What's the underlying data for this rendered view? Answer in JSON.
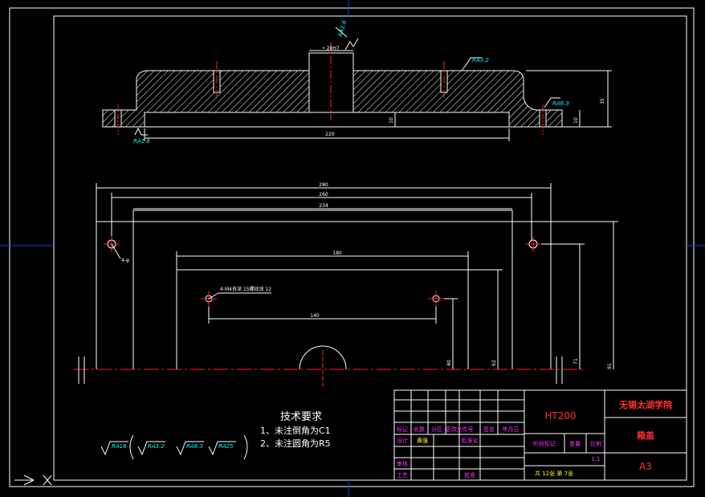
{
  "colors": {
    "background": "#000000",
    "outline": "#ffffff",
    "hatch": "#ffffff",
    "center_line": "#ff2020",
    "dimension": "#ffffff",
    "surface_finish": "#00ffff",
    "title_block_magenta": "#ff30ff",
    "title_block_yellow": "#ffff00",
    "title_block_red": "#ff3030",
    "frame_blue": "#2030ff"
  },
  "top_view": {
    "dims": {
      "width_220": "220",
      "height_35": "35",
      "depth_10_left": "10",
      "depth_10_right": "10",
      "bore": "• 28H7"
    },
    "finish": {
      "bore": "RA1.6",
      "top_surface": "RA3.2",
      "flange_right": "RA6.3",
      "flange_left": "RA1.6"
    }
  },
  "plan_view": {
    "dims": {
      "d280": "280",
      "d260": "260",
      "d234": "234",
      "d180": "180",
      "d140": "140",
      "v40": "40",
      "v62": "62",
      "v71": "71",
      "v91": "91"
    },
    "notes": {
      "holes_4": "4-φ",
      "tapped": "4-M4丧深 15螺纹深 12"
    }
  },
  "tech_req": {
    "title": "技术要求",
    "line1": "1、未注倒角为C1",
    "line2": "2、未注圆角为R5"
  },
  "finish_legend": {
    "main": "RA16",
    "a": "RA3.2",
    "b": "RA6.3",
    "c": "RA25"
  },
  "title_block": {
    "material": "HT200",
    "school": "无锡太湖学院",
    "part_name": "箱盖",
    "sheet_size": "A3",
    "header_row": [
      "标记",
      "处数",
      "分区",
      "更改文件号",
      "签名",
      "年月日"
    ],
    "design": "设计",
    "designer": "黄强",
    "standardize": "标准化",
    "stage_mark": "阶段标记",
    "weight": "重量",
    "scale": "比例",
    "scale_value": "1:1",
    "review": "审核",
    "process": "工艺",
    "approve": "批准",
    "sheets": "共 12张  第 7张"
  }
}
